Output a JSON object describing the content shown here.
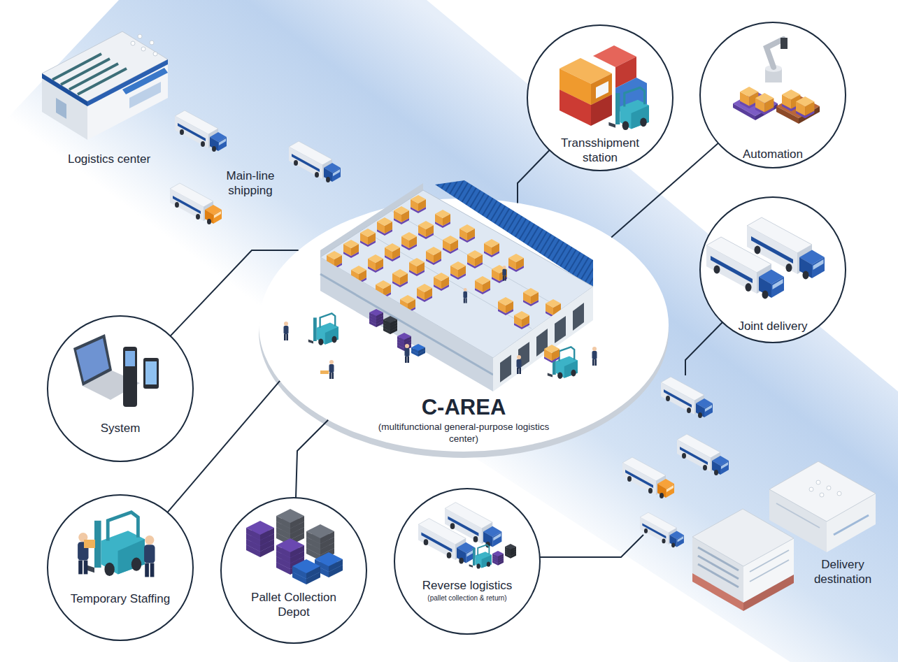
{
  "diagram": {
    "nodes": [
      {
        "text": [
          "Transshipment station"
        ]
      },
      {
        "text": [
          "Automation"
        ]
      },
      {
        "text": [
          "C-AREA",
          "(multifunctional general-purpose logistics center)"
        ]
      },
      {
        "text": [
          "System"
        ]
      },
      {
        "text": [
          "Joint delivery"
        ]
      },
      {
        "text": [
          "Temporary Staffing"
        ]
      },
      {
        "text": [
          "Pallet Collection Depot"
        ]
      },
      {
        "text": [
          "Reverse logistics",
          "(pallet collection & return)"
        ]
      }
    ],
    "edges": [
      {
        "from": 0,
        "to": 2,
        "arrow": "none"
      },
      {
        "from": 1,
        "to": 2,
        "arrow": "none"
      },
      {
        "from": 3,
        "to": 2,
        "arrow": "none"
      },
      {
        "from": 5,
        "to": 2,
        "arrow": "none"
      },
      {
        "from": 6,
        "to": 2,
        "arrow": "none"
      }
    ],
    "labels": [
      "Logistics center",
      "Main-line shipping",
      "Delivery destination"
    ]
  }
}
